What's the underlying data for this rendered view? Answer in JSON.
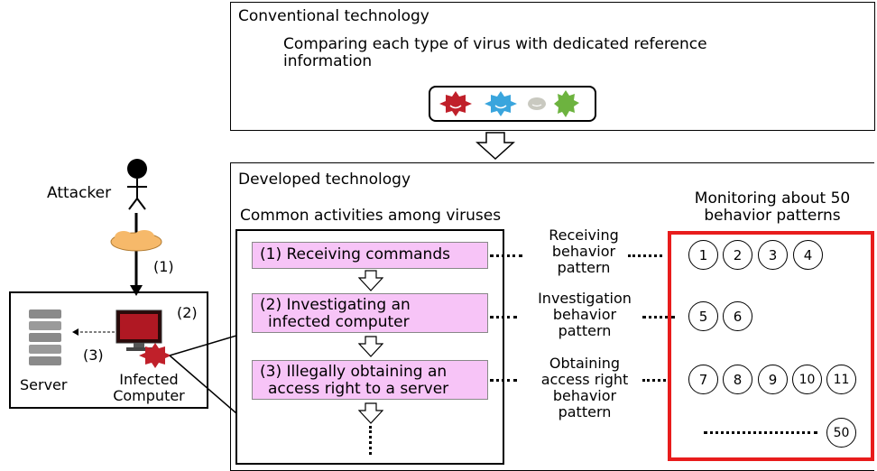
{
  "conventional": {
    "title": "Conventional technology",
    "desc_line1": "Comparing each type of virus with dedicated reference",
    "desc_line2": "information"
  },
  "developed": {
    "title": "Developed technology",
    "common_title": "Common activities among viruses",
    "steps": [
      {
        "line1": "(1) Receiving commands",
        "line2": ""
      },
      {
        "line1": "(2) Investigating an",
        "line2": "infected computer"
      },
      {
        "line1": "(3) Illegally obtaining an",
        "line2": "access right to a server"
      }
    ],
    "patterns": [
      {
        "line1": "Receiving",
        "line2": "behavior",
        "line3": "pattern"
      },
      {
        "line1": "Investigation",
        "line2": "behavior",
        "line3": "pattern"
      },
      {
        "line1": "Obtaining",
        "line2": "access right",
        "line3": "behavior",
        "line4": "pattern"
      }
    ],
    "monitoring_line1": "Monitoring about 50",
    "monitoring_line2": "behavior patterns",
    "circles_row1": [
      "1",
      "2",
      "3",
      "4"
    ],
    "circles_row2": [
      "5",
      "6"
    ],
    "circles_row3": [
      "7",
      "8",
      "9",
      "10",
      "11"
    ],
    "last_circle": "50"
  },
  "left": {
    "attacker": "Attacker",
    "step1": "(1)",
    "step2": "(2)",
    "step3": "(3)",
    "server": "Server",
    "infected_line1": "Infected",
    "infected_line2": "Computer"
  },
  "colors": {
    "highlight_border": "#e81c1c",
    "step_fill": "#f7c4f7",
    "virus_red": "#c0202a",
    "virus_blue": "#3aa5dd",
    "virus_gray": "#c9c9c0",
    "virus_green": "#6db33f",
    "cloud": "#f6b96a"
  }
}
